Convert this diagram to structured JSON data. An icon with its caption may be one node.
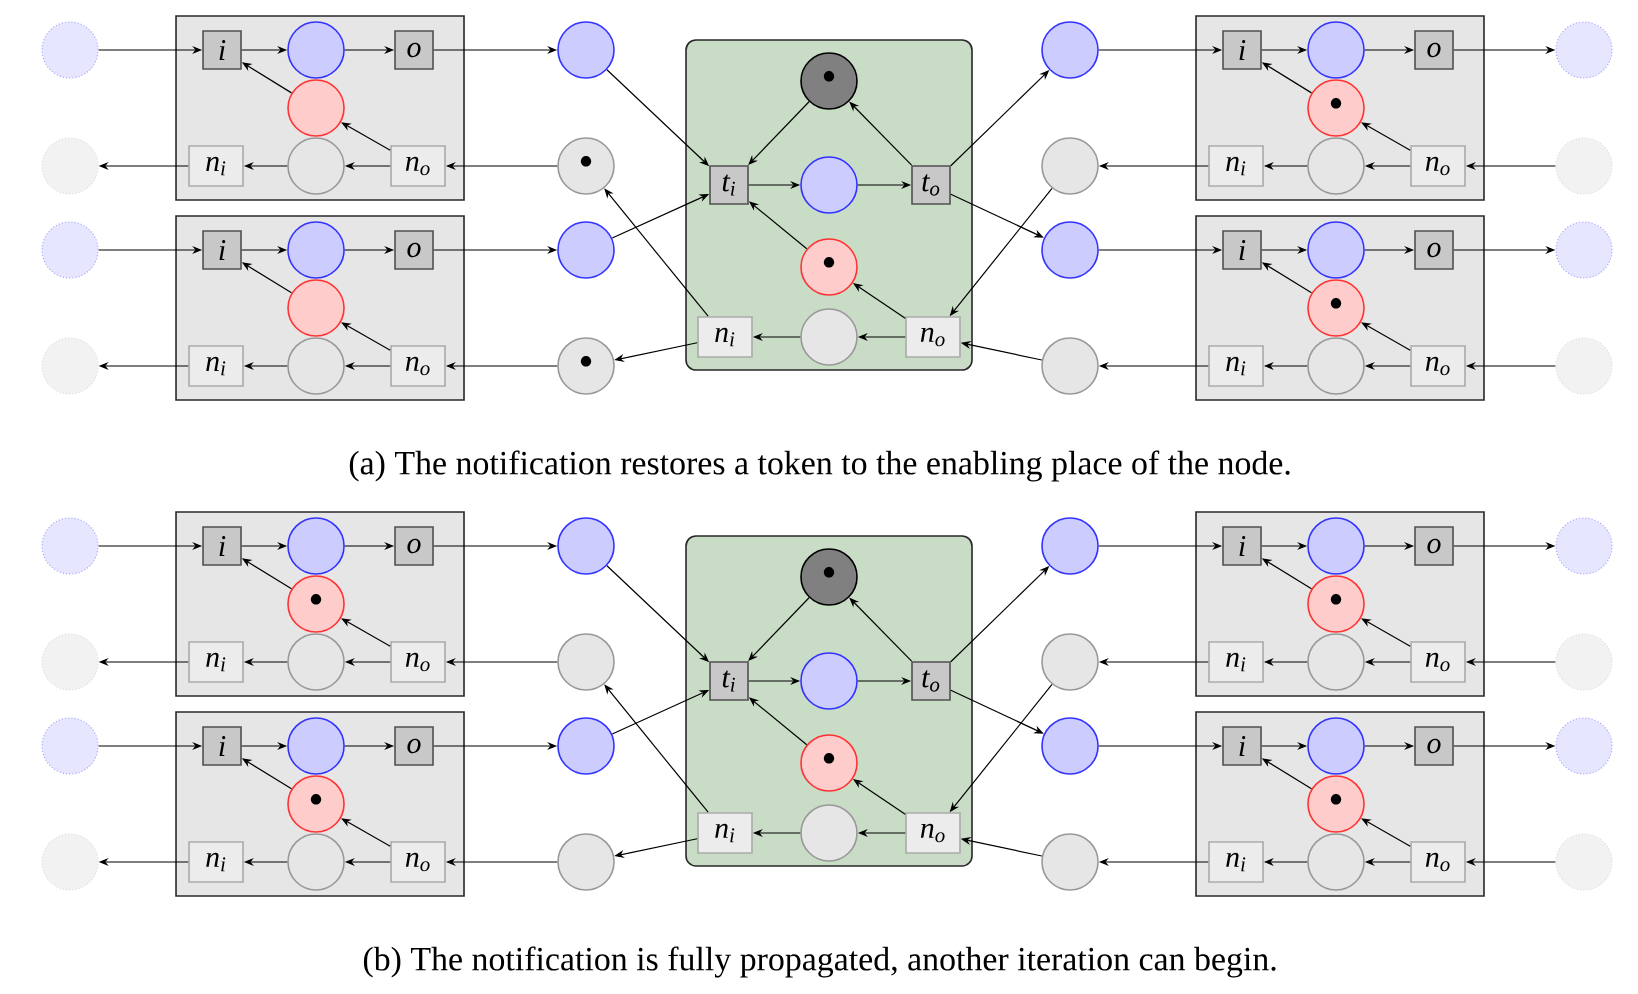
{
  "diagram": {
    "nodes": [
      {
        "text": [],
        "shape": "circle"
      },
      {
        "text": [],
        "shape": "circle"
      },
      {
        "text": [],
        "shape": "circle"
      },
      {
        "text": [],
        "shape": "circle"
      },
      {
        "text": [],
        "shape": "box"
      },
      {
        "text": [
          "i"
        ],
        "in": 4
      },
      {
        "text": [],
        "shape": "circle",
        "in": 4
      },
      {
        "text": [
          "o"
        ],
        "in": 4
      },
      {
        "text": [],
        "shape": "circle",
        "in": 4
      },
      {
        "text": [
          "n$_{i}$"
        ],
        "in": 4
      },
      {
        "text": [],
        "shape": "circle",
        "in": 4
      },
      {
        "text": [
          "n$_{o}$"
        ],
        "in": 4
      },
      {
        "text": [],
        "shape": "box"
      },
      {
        "text": [
          "i"
        ],
        "in": 12
      },
      {
        "text": [],
        "shape": "circle",
        "in": 12
      },
      {
        "text": [
          "o"
        ],
        "in": 12
      },
      {
        "text": [],
        "shape": "circle",
        "in": 12
      },
      {
        "text": [
          "n$_{i}$"
        ],
        "in": 12
      },
      {
        "text": [],
        "shape": "circle",
        "in": 12
      },
      {
        "text": [
          "n$_{o}$"
        ],
        "in": 12
      },
      {
        "text": [],
        "shape": "circle"
      },
      {
        "text": [
          "•"
        ]
      },
      {
        "text": [],
        "shape": "circle"
      },
      {
        "text": [
          "•"
        ]
      },
      {
        "text": [],
        "shape": "box"
      },
      {
        "text": [
          "•"
        ],
        "in": 24
      },
      {
        "text": [
          "t$_{i}$"
        ],
        "in": 24
      },
      {
        "text": [],
        "shape": "circle",
        "in": 24
      },
      {
        "text": [
          "t$_{o}$"
        ],
        "in": 24
      },
      {
        "text": [
          "•"
        ],
        "in": 24
      },
      {
        "text": [
          "n$_{i}$"
        ],
        "in": 24
      },
      {
        "text": [],
        "shape": "circle",
        "in": 24
      },
      {
        "text": [
          "n$_{o}$"
        ],
        "in": 24
      },
      {
        "text": [],
        "shape": "circle"
      },
      {
        "text": [],
        "shape": "circle"
      },
      {
        "text": [],
        "shape": "circle"
      },
      {
        "text": [],
        "shape": "circle"
      },
      {
        "text": [],
        "shape": "box"
      },
      {
        "text": [
          "i"
        ],
        "in": 37
      },
      {
        "text": [],
        "shape": "circle",
        "in": 37
      },
      {
        "text": [
          "o"
        ],
        "in": 37
      },
      {
        "text": [
          "•"
        ],
        "in": 37
      },
      {
        "text": [
          "n$_{i}$"
        ],
        "in": 37
      },
      {
        "text": [],
        "shape": "circle",
        "in": 37
      },
      {
        "text": [
          "n$_{o}$"
        ],
        "in": 37
      },
      {
        "text": [],
        "shape": "box"
      },
      {
        "text": [
          "i"
        ],
        "in": 45
      },
      {
        "text": [],
        "shape": "circle",
        "in": 45
      },
      {
        "text": [
          "o"
        ],
        "in": 45
      },
      {
        "text": [
          "•"
        ],
        "in": 45
      },
      {
        "text": [
          "n$_{i}$"
        ],
        "in": 45
      },
      {
        "text": [],
        "shape": "circle",
        "in": 45
      },
      {
        "text": [
          "n$_{o}$"
        ],
        "in": 45
      },
      {
        "text": [],
        "shape": "circle"
      },
      {
        "text": [],
        "shape": "circle"
      },
      {
        "text": [],
        "shape": "circle"
      },
      {
        "text": [],
        "shape": "circle"
      },
      {
        "text": [],
        "shape": "circle"
      },
      {
        "text": [],
        "shape": "circle"
      },
      {
        "text": [],
        "shape": "circle"
      },
      {
        "text": [],
        "shape": "circle"
      },
      {
        "text": [],
        "shape": "box"
      },
      {
        "text": [
          "i"
        ],
        "in": 61
      },
      {
        "text": [],
        "shape": "circle",
        "in": 61
      },
      {
        "text": [
          "o"
        ],
        "in": 61
      },
      {
        "text": [
          "•"
        ],
        "in": 61
      },
      {
        "text": [
          "n$_{i}$"
        ],
        "in": 61
      },
      {
        "text": [],
        "shape": "circle",
        "in": 61
      },
      {
        "text": [
          "n$_{o}$"
        ],
        "in": 61
      },
      {
        "text": [],
        "shape": "box"
      },
      {
        "text": [
          "i"
        ],
        "in": 69
      },
      {
        "text": [],
        "shape": "circle",
        "in": 69
      },
      {
        "text": [
          "o"
        ],
        "in": 69
      },
      {
        "text": [
          "•"
        ],
        "in": 69
      },
      {
        "text": [
          "n$_{i}$"
        ],
        "in": 69
      },
      {
        "text": [],
        "shape": "circle",
        "in": 69
      },
      {
        "text": [
          "n$_{o}$"
        ],
        "in": 69
      },
      {
        "text": [],
        "shape": "circle"
      },
      {
        "text": [],
        "shape": "circle"
      },
      {
        "text": [],
        "shape": "circle"
      },
      {
        "text": [],
        "shape": "circle"
      },
      {
        "text": [],
        "shape": "box"
      },
      {
        "text": [
          "•"
        ],
        "in": 81
      },
      {
        "text": [
          "t$_{i}$"
        ],
        "in": 81
      },
      {
        "text": [],
        "shape": "circle",
        "in": 81
      },
      {
        "text": [
          "t$_{o}$"
        ],
        "in": 81
      },
      {
        "text": [
          "•"
        ],
        "in": 81
      },
      {
        "text": [
          "n$_{i}$"
        ],
        "in": 81
      },
      {
        "text": [],
        "shape": "circle",
        "in": 81
      },
      {
        "text": [
          "n$_{o}$"
        ],
        "in": 81
      },
      {
        "text": [],
        "shape": "circle"
      },
      {
        "text": [],
        "shape": "circle"
      },
      {
        "text": [],
        "shape": "circle"
      },
      {
        "text": [],
        "shape": "circle"
      },
      {
        "text": [],
        "shape": "box"
      },
      {
        "text": [
          "i"
        ],
        "in": 94
      },
      {
        "text": [],
        "shape": "circle",
        "in": 94
      },
      {
        "text": [
          "o"
        ],
        "in": 94
      },
      {
        "text": [
          "•"
        ],
        "in": 94
      },
      {
        "text": [
          "n$_{i}$"
        ],
        "in": 94
      },
      {
        "text": [],
        "shape": "circle",
        "in": 94
      },
      {
        "text": [
          "n$_{o}$"
        ],
        "in": 94
      },
      {
        "text": [],
        "shape": "box"
      },
      {
        "text": [
          "i"
        ],
        "in": 102
      },
      {
        "text": [],
        "shape": "circle",
        "in": 102
      },
      {
        "text": [
          "o"
        ],
        "in": 102
      },
      {
        "text": [
          "•"
        ],
        "in": 102
      },
      {
        "text": [
          "n$_{i}$"
        ],
        "in": 102
      },
      {
        "text": [],
        "shape": "circle",
        "in": 102
      },
      {
        "text": [
          "n$_{o}$"
        ],
        "in": 102
      },
      {
        "text": [],
        "shape": "circle"
      },
      {
        "text": [],
        "shape": "circle"
      },
      {
        "text": [],
        "shape": "circle"
      },
      {
        "text": [],
        "shape": "circle"
      }
    ],
    "edges": [
      {
        "from": 0,
        "to": 5,
        "arrow": "to"
      },
      {
        "from": 5,
        "to": 6,
        "arrow": "to"
      },
      {
        "from": 6,
        "to": 7,
        "arrow": "to"
      },
      {
        "from": 7,
        "to": 20,
        "arrow": "to"
      },
      {
        "from": 8,
        "to": 5,
        "arrow": "to"
      },
      {
        "from": 11,
        "to": 8,
        "arrow": "to"
      },
      {
        "from": 11,
        "to": 10,
        "arrow": "to"
      },
      {
        "from": 10,
        "to": 9,
        "arrow": "to"
      },
      {
        "from": 9,
        "to": 1,
        "arrow": "to"
      },
      {
        "from": 21,
        "to": 11,
        "arrow": "to"
      },
      {
        "from": 2,
        "to": 13,
        "arrow": "to"
      },
      {
        "from": 13,
        "to": 14,
        "arrow": "to"
      },
      {
        "from": 14,
        "to": 15,
        "arrow": "to"
      },
      {
        "from": 15,
        "to": 22,
        "arrow": "to"
      },
      {
        "from": 16,
        "to": 13,
        "arrow": "to"
      },
      {
        "from": 19,
        "to": 16,
        "arrow": "to"
      },
      {
        "from": 19,
        "to": 18,
        "arrow": "to"
      },
      {
        "from": 18,
        "to": 17,
        "arrow": "to"
      },
      {
        "from": 17,
        "to": 3,
        "arrow": "to"
      },
      {
        "from": 23,
        "to": 19,
        "arrow": "to"
      },
      {
        "from": 20,
        "to": 26,
        "arrow": "to"
      },
      {
        "from": 22,
        "to": 26,
        "arrow": "to"
      },
      {
        "from": 25,
        "to": 26,
        "arrow": "to"
      },
      {
        "from": 26,
        "to": 27,
        "arrow": "to"
      },
      {
        "from": 27,
        "to": 28,
        "arrow": "to"
      },
      {
        "from": 28,
        "to": 25,
        "arrow": "to"
      },
      {
        "from": 29,
        "to": 26,
        "arrow": "to"
      },
      {
        "from": 28,
        "to": 33,
        "arrow": "to"
      },
      {
        "from": 28,
        "to": 35,
        "arrow": "to"
      },
      {
        "from": 32,
        "to": 29,
        "arrow": "to"
      },
      {
        "from": 32,
        "to": 31,
        "arrow": "to"
      },
      {
        "from": 31,
        "to": 30,
        "arrow": "to"
      },
      {
        "from": 30,
        "to": 21,
        "arrow": "to"
      },
      {
        "from": 30,
        "to": 23,
        "arrow": "to"
      },
      {
        "from": 34,
        "to": 32,
        "arrow": "to"
      },
      {
        "from": 36,
        "to": 32,
        "arrow": "to"
      },
      {
        "from": 33,
        "to": 38,
        "arrow": "to"
      },
      {
        "from": 38,
        "to": 39,
        "arrow": "to"
      },
      {
        "from": 39,
        "to": 40,
        "arrow": "to"
      },
      {
        "from": 40,
        "to": 53,
        "arrow": "to"
      },
      {
        "from": 41,
        "to": 38,
        "arrow": "to"
      },
      {
        "from": 44,
        "to": 41,
        "arrow": "to"
      },
      {
        "from": 44,
        "to": 43,
        "arrow": "to"
      },
      {
        "from": 43,
        "to": 42,
        "arrow": "to"
      },
      {
        "from": 42,
        "to": 34,
        "arrow": "to"
      },
      {
        "from": 54,
        "to": 44,
        "arrow": "to"
      },
      {
        "from": 35,
        "to": 46,
        "arrow": "to"
      },
      {
        "from": 46,
        "to": 47,
        "arrow": "to"
      },
      {
        "from": 47,
        "to": 48,
        "arrow": "to"
      },
      {
        "from": 48,
        "to": 55,
        "arrow": "to"
      },
      {
        "from": 49,
        "to": 46,
        "arrow": "to"
      },
      {
        "from": 52,
        "to": 49,
        "arrow": "to"
      },
      {
        "from": 52,
        "to": 51,
        "arrow": "to"
      },
      {
        "from": 51,
        "to": 50,
        "arrow": "to"
      },
      {
        "from": 50,
        "to": 36,
        "arrow": "to"
      },
      {
        "from": 56,
        "to": 52,
        "arrow": "to"
      },
      {
        "from": 57,
        "to": 62,
        "arrow": "to"
      },
      {
        "from": 62,
        "to": 63,
        "arrow": "to"
      },
      {
        "from": 63,
        "to": 64,
        "arrow": "to"
      },
      {
        "from": 64,
        "to": 77,
        "arrow": "to"
      },
      {
        "from": 65,
        "to": 62,
        "arrow": "to"
      },
      {
        "from": 68,
        "to": 65,
        "arrow": "to"
      },
      {
        "from": 68,
        "to": 67,
        "arrow": "to"
      },
      {
        "from": 67,
        "to": 66,
        "arrow": "to"
      },
      {
        "from": 66,
        "to": 58,
        "arrow": "to"
      },
      {
        "from": 78,
        "to": 68,
        "arrow": "to"
      },
      {
        "from": 59,
        "to": 70,
        "arrow": "to"
      },
      {
        "from": 70,
        "to": 71,
        "arrow": "to"
      },
      {
        "from": 71,
        "to": 72,
        "arrow": "to"
      },
      {
        "from": 72,
        "to": 79,
        "arrow": "to"
      },
      {
        "from": 73,
        "to": 70,
        "arrow": "to"
      },
      {
        "from": 76,
        "to": 73,
        "arrow": "to"
      },
      {
        "from": 76,
        "to": 75,
        "arrow": "to"
      },
      {
        "from": 75,
        "to": 74,
        "arrow": "to"
      },
      {
        "from": 74,
        "to": 60,
        "arrow": "to"
      },
      {
        "from": 80,
        "to": 76,
        "arrow": "to"
      },
      {
        "from": 77,
        "to": 83,
        "arrow": "to"
      },
      {
        "from": 79,
        "to": 83,
        "arrow": "to"
      },
      {
        "from": 82,
        "to": 83,
        "arrow": "to"
      },
      {
        "from": 83,
        "to": 84,
        "arrow": "to"
      },
      {
        "from": 84,
        "to": 85,
        "arrow": "to"
      },
      {
        "from": 85,
        "to": 82,
        "arrow": "to"
      },
      {
        "from": 86,
        "to": 83,
        "arrow": "to"
      },
      {
        "from": 85,
        "to": 90,
        "arrow": "to"
      },
      {
        "from": 85,
        "to": 92,
        "arrow": "to"
      },
      {
        "from": 89,
        "to": 86,
        "arrow": "to"
      },
      {
        "from": 89,
        "to": 88,
        "arrow": "to"
      },
      {
        "from": 88,
        "to": 87,
        "arrow": "to"
      },
      {
        "from": 87,
        "to": 78,
        "arrow": "to"
      },
      {
        "from": 87,
        "to": 80,
        "arrow": "to"
      },
      {
        "from": 91,
        "to": 89,
        "arrow": "to"
      },
      {
        "from": 93,
        "to": 89,
        "arrow": "to"
      },
      {
        "from": 90,
        "to": 95,
        "arrow": "to"
      },
      {
        "from": 95,
        "to": 96,
        "arrow": "to"
      },
      {
        "from": 96,
        "to": 97,
        "arrow": "to"
      },
      {
        "from": 97,
        "to": 110,
        "arrow": "to"
      },
      {
        "from": 98,
        "to": 95,
        "arrow": "to"
      },
      {
        "from": 101,
        "to": 98,
        "arrow": "to"
      },
      {
        "from": 101,
        "to": 100,
        "arrow": "to"
      },
      {
        "from": 100,
        "to": 99,
        "arrow": "to"
      },
      {
        "from": 99,
        "to": 91,
        "arrow": "to"
      },
      {
        "from": 111,
        "to": 101,
        "arrow": "to"
      },
      {
        "from": 92,
        "to": 103,
        "arrow": "to"
      },
      {
        "from": 103,
        "to": 104,
        "arrow": "to"
      },
      {
        "from": 104,
        "to": 105,
        "arrow": "to"
      },
      {
        "from": 105,
        "to": 112,
        "arrow": "to"
      },
      {
        "from": 106,
        "to": 103,
        "arrow": "to"
      },
      {
        "from": 109,
        "to": 106,
        "arrow": "to"
      },
      {
        "from": 109,
        "to": 108,
        "arrow": "to"
      },
      {
        "from": 108,
        "to": 107,
        "arrow": "to"
      },
      {
        "from": 107,
        "to": 93,
        "arrow": "to"
      },
      {
        "from": 113,
        "to": 109,
        "arrow": "to"
      }
    ],
    "labels": [
      "(a) The notification restores a token to the enabling place of the node.",
      "(b) The notification is fully propagated, another iteration can begin."
    ]
  }
}
